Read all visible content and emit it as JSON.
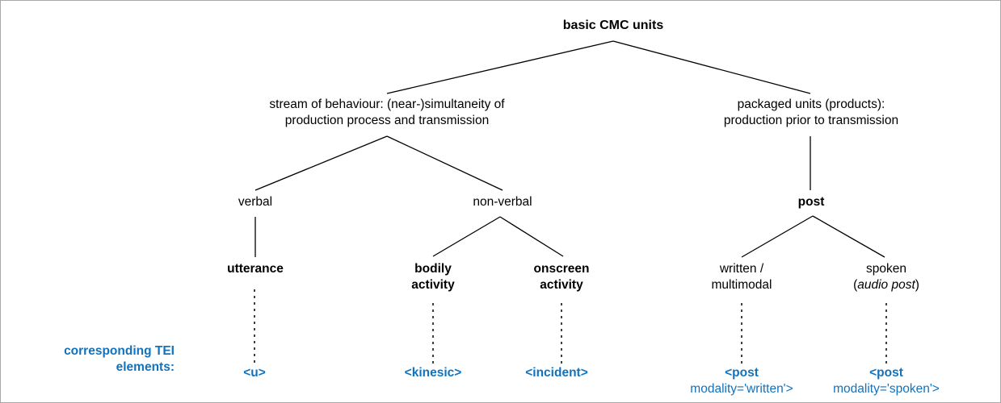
{
  "diagram": {
    "title": "basic CMC units",
    "accent_color": "#1272bc",
    "line_color": "#000000",
    "background": "#ffffff",
    "border_color": "#a8a8a8"
  },
  "nodes": {
    "root": {
      "label": "basic CMC units"
    },
    "stream": {
      "line1": "stream of behaviour: (near-)simultaneity of",
      "line2": "production process and transmission"
    },
    "packaged": {
      "line1": "packaged units (products):",
      "line2": "production prior to transmission"
    },
    "verbal": {
      "label": "verbal"
    },
    "nonverbal": {
      "label": "non-verbal"
    },
    "post": {
      "label": "post"
    },
    "utterance": {
      "label": "utterance"
    },
    "bodily": {
      "line1": "bodily",
      "line2": "activity"
    },
    "onscreen": {
      "line1": "onscreen",
      "line2": "activity"
    },
    "written": {
      "line1": "written /",
      "line2": "multimodal"
    },
    "spoken": {
      "line1": "spoken",
      "line2_paren_open": "(",
      "line2_italic": "audio post",
      "line2_paren_close": ")"
    }
  },
  "tei": {
    "legend_line1": "corresponding TEI",
    "legend_line2": "elements:",
    "u": "<u>",
    "kinesic": "<kinesic>",
    "incident": "<incident>",
    "post_written": {
      "tag": "<post",
      "attr": "modality='written'>"
    },
    "post_spoken": {
      "tag": "<post",
      "attr": "modality='spoken'>"
    }
  }
}
